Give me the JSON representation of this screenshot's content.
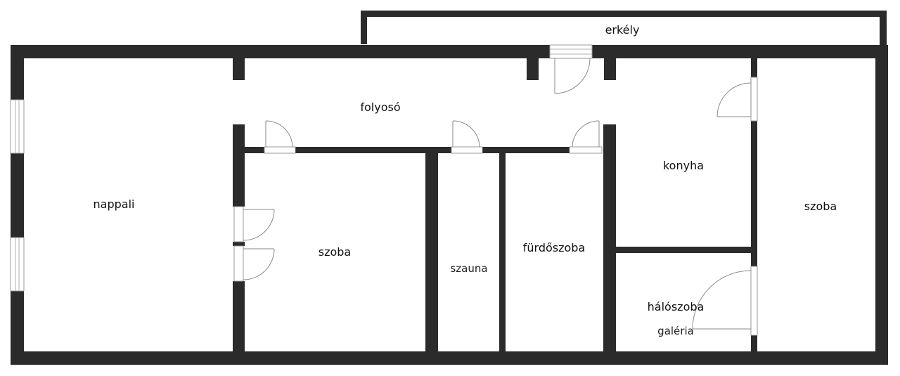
{
  "rooms": {
    "balcony": "erkély",
    "corridor": "folyosó",
    "living_room": "nappali",
    "room_middle": "szoba",
    "sauna": "szauna",
    "bathroom": "fürdőszoba",
    "kitchen": "konyha",
    "bedroom": "hálószoba",
    "gallery": "galéria",
    "room_right": "szoba"
  },
  "colors": {
    "wall": "#2b2b2b",
    "door_swing": "#8a8a8a",
    "background": "#ffffff"
  }
}
